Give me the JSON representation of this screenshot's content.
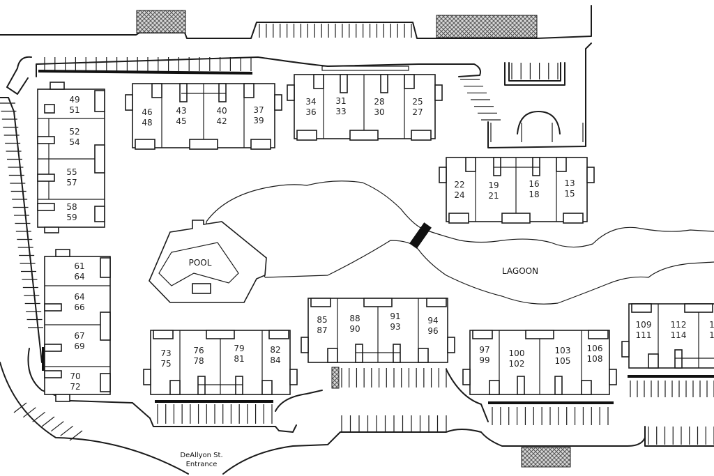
{
  "labels": {
    "pool": "POOL",
    "lagoon": "LAGOON",
    "entrance_line1": "DeAllyon St.",
    "entrance_line2": "Entrance"
  },
  "units": {
    "b49": "49",
    "b51": "51",
    "b52": "52",
    "b54": "54",
    "b55": "55",
    "b57": "57",
    "b58": "58",
    "b59": "59",
    "b46": "46",
    "b48": "48",
    "b43": "43",
    "b45": "45",
    "b40": "40",
    "b42": "42",
    "b37": "37",
    "b39": "39",
    "b34": "34",
    "b36": "36",
    "b31": "31",
    "b33": "33",
    "b28": "28",
    "b30": "30",
    "b25": "25",
    "b27": "27",
    "b22": "22",
    "b24": "24",
    "b19": "19",
    "b21": "21",
    "b16": "16",
    "b18": "18",
    "b13": "13",
    "b15": "15",
    "b61": "61",
    "b64a": "64",
    "b64b": "64",
    "b66": "66",
    "b67": "67",
    "b69": "69",
    "b70": "70",
    "b72": "72",
    "b73": "73",
    "b75": "75",
    "b76": "76",
    "b78": "78",
    "b79": "79",
    "b81": "81",
    "b82": "82",
    "b84": "84",
    "b85": "85",
    "b87": "87",
    "b88": "88",
    "b90": "90",
    "b91": "91",
    "b93": "93",
    "b94": "94",
    "b96": "96",
    "b97": "97",
    "b99": "99",
    "b100": "100",
    "b102": "102",
    "b103": "103",
    "b105": "105",
    "b106": "106",
    "b108": "108",
    "b109": "109",
    "b111": "111",
    "b112": "112",
    "b114": "114",
    "b115": "1",
    "b117": "1"
  },
  "colors": {
    "line": "#1a1a1a",
    "background": "#ffffff",
    "hatch": "#555555"
  }
}
